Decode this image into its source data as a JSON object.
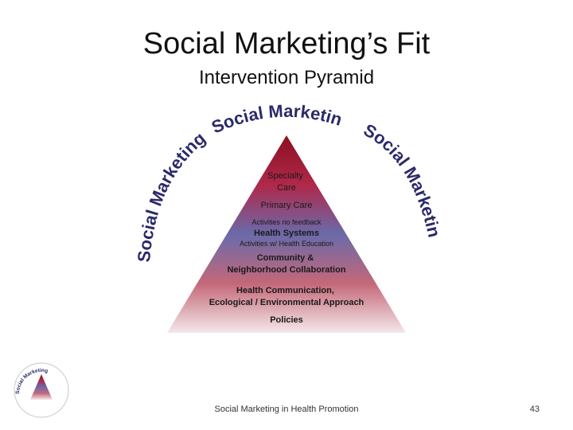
{
  "slide": {
    "title": "Social Marketing’s Fit",
    "subtitle": "Intervention Pyramid",
    "footer": "Social Marketing in Health Promotion",
    "page_number": "43"
  },
  "arcs": {
    "top": "Social Marketing",
    "left": "Social Marketing",
    "right": "Social Marketing"
  },
  "pyramid": {
    "levels": [
      {
        "lines": [
          "Specialty",
          "Care"
        ]
      },
      {
        "lines": [
          "Primary Care"
        ]
      },
      {
        "lines": [
          "Activities no feedback"
        ]
      },
      {
        "lines": [
          "Health Systems"
        ]
      },
      {
        "lines": [
          "Activities w/ Health Education"
        ]
      },
      {
        "lines": [
          "Community &",
          "Neighborhood Collaboration"
        ]
      },
      {
        "lines": [
          "Health Communication,",
          "Ecological / Environmental Approach"
        ]
      },
      {
        "lines": [
          "Policies"
        ]
      }
    ]
  },
  "logo": {
    "text": "Social Marketing"
  },
  "colors": {
    "apex": "#8b1020",
    "middle": "#6a6aaa",
    "base": "#f4e8ea",
    "arc_text": "#2a2a6a"
  }
}
